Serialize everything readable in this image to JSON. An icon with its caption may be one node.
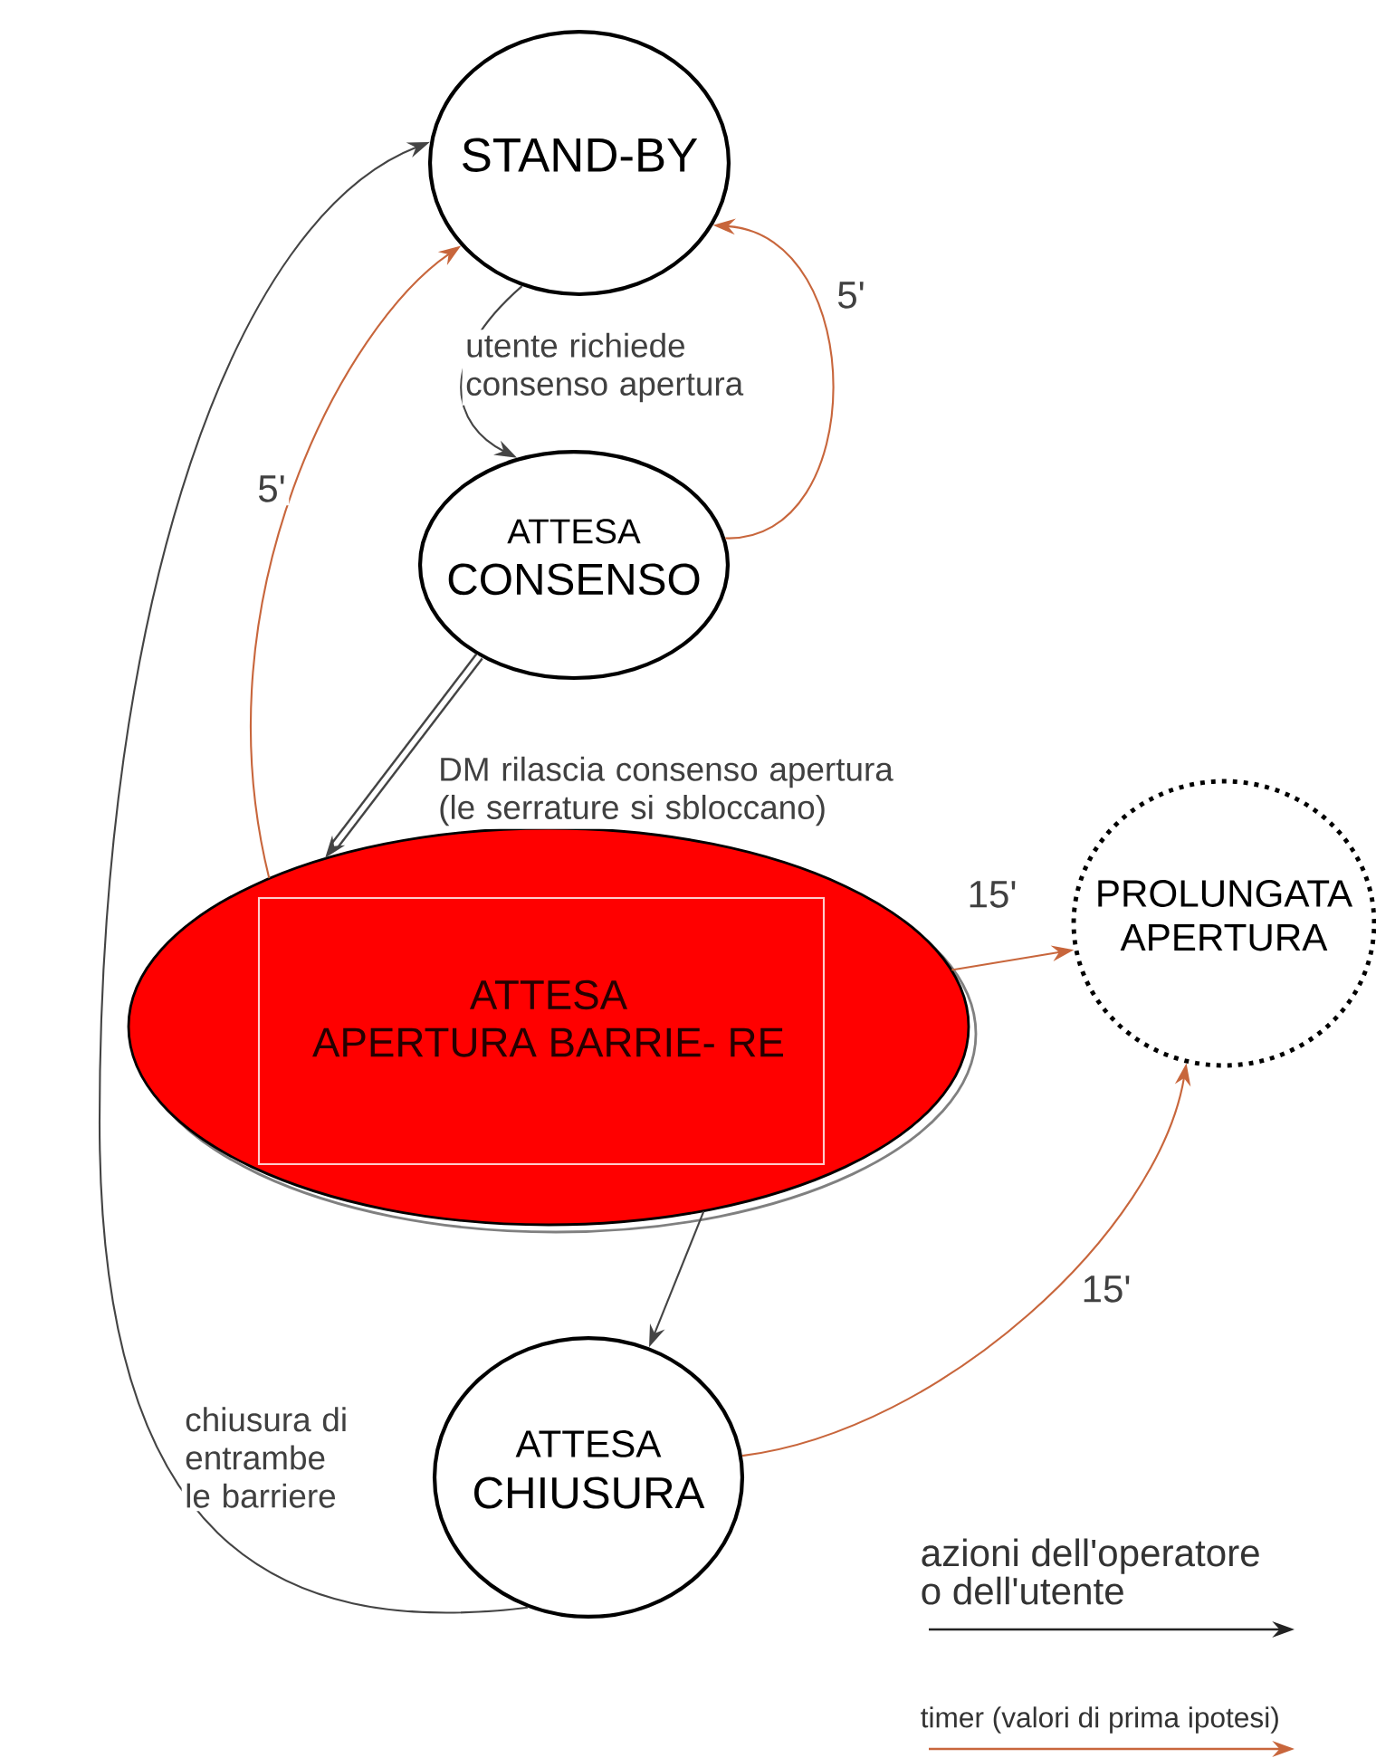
{
  "diagram": {
    "nodes": [
      {
        "text": [
          "STAND-BY"
        ]
      },
      {
        "text": [
          "ATTESA",
          "CONSENSO"
        ]
      },
      {
        "text": [
          "ATTESA",
          "APERTURA BARRIE- RE"
        ]
      },
      {
        "text": [
          "PROLUNGATA APERTURA"
        ]
      },
      {
        "text": [
          "ATTESA",
          "CHIUSURA"
        ]
      }
    ],
    "edges": [
      {
        "from": 0,
        "to": 1,
        "arrow": "to",
        "label": "utente richiede consenso apertura"
      },
      {
        "from": 1,
        "to": 0,
        "arrow": "to",
        "label": "5'",
        "color": "#c8663c"
      },
      {
        "from": 2,
        "to": 0,
        "arrow": "to",
        "label": "5'",
        "color": "#c8663c"
      },
      {
        "from": 1,
        "to": 2,
        "arrow": "to",
        "label": "DM rilascia consenso apertura (le serrature si sbloccano)",
        "style": "thick"
      },
      {
        "from": 2,
        "to": 3,
        "arrow": "to",
        "label": "15'",
        "color": "#c8663c"
      },
      {
        "from": 2,
        "to": 4,
        "arrow": "to"
      },
      {
        "from": 4,
        "to": 3,
        "arrow": "to",
        "label": "15'",
        "color": "#c8663c"
      },
      {
        "from": 4,
        "to": 0,
        "arrow": "to",
        "label": "chiusura di entrambe le barriere"
      }
    ],
    "legend": [
      {
        "text": "azioni dell'operatore o dell'utente"
      },
      {
        "text": "timer (valori di prima ipotesi)"
      }
    ]
  }
}
